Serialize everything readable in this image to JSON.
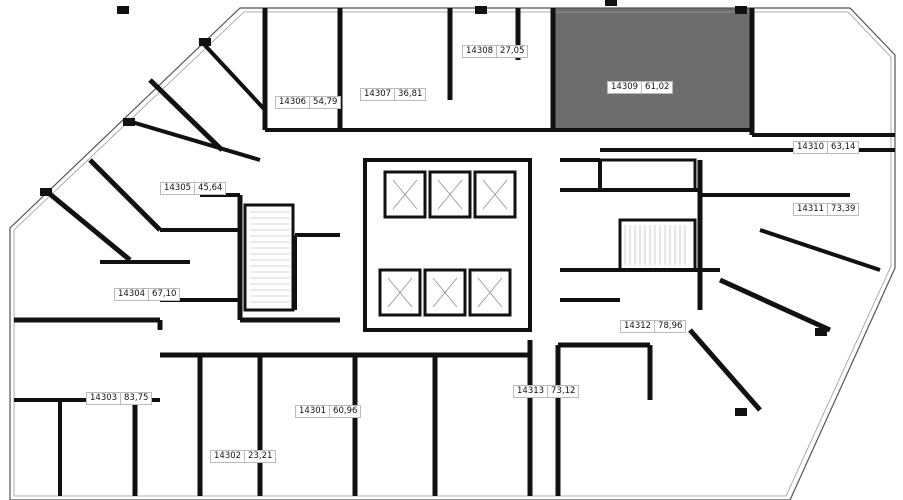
{
  "plan": {
    "highlight_color": "#6d6d6d",
    "wall_color": "#111111",
    "selected_unit": "14309",
    "units": [
      {
        "number": "14306",
        "area": "54,79"
      },
      {
        "number": "14307",
        "area": "36,81"
      },
      {
        "number": "14308",
        "area": "27,05"
      },
      {
        "number": "14309",
        "area": "61,02"
      },
      {
        "number": "14310",
        "area": "63,14"
      },
      {
        "number": "14305",
        "area": "45,64"
      },
      {
        "number": "14311",
        "area": "73,39"
      },
      {
        "number": "14304",
        "area": "67,10"
      },
      {
        "number": "14312",
        "area": "78,96"
      },
      {
        "number": "14303",
        "area": "83,75"
      },
      {
        "number": "14313",
        "area": "73,12"
      },
      {
        "number": "14301",
        "area": "60,96"
      },
      {
        "number": "14302",
        "area": "23,21"
      }
    ]
  }
}
